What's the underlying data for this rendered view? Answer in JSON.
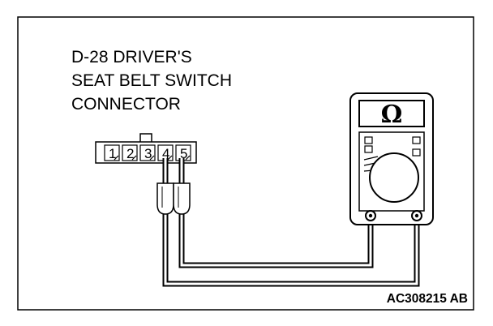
{
  "caption": {
    "line1": "D-28 DRIVER'S",
    "line2": "SEAT BELT SWITCH",
    "line3": "CONNECTOR"
  },
  "connector": {
    "pins": [
      "1",
      "2",
      "3",
      "4",
      "5"
    ]
  },
  "meter": {
    "display_symbol": "Ω",
    "icon": "ohmmeter-icon"
  },
  "figure_code": "AC308215 AB"
}
